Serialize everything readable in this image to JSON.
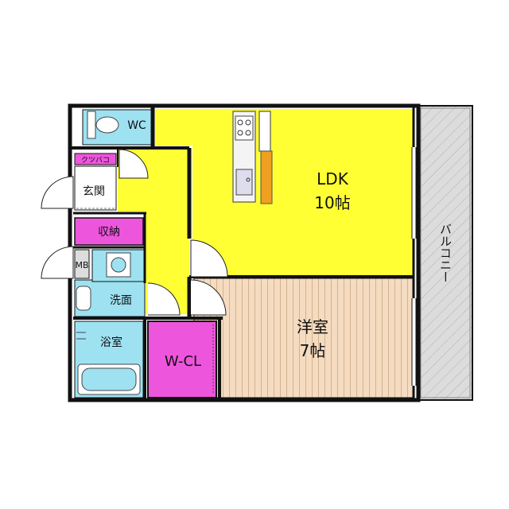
{
  "rooms": {
    "wc": "WC",
    "kutsubako": "クツバコ",
    "genkan": "玄関",
    "shuno": "収納",
    "mb": "MB",
    "senmen": "洗面",
    "yokushitsu": "浴室",
    "wcl": "W-CL",
    "ldk_name": "LDK",
    "ldk_size": "10帖",
    "yoshitsu_name": "洋室",
    "yoshitsu_size": "7帖",
    "balcony": "バルコニー"
  },
  "colors": {
    "ldk": "#ffff33",
    "yoshitsu": "#f5dcc0",
    "storage": "#ee55dd",
    "water": "#9ee2f2",
    "balcony": "#dddddd",
    "wall": "#111111"
  },
  "icons": [
    "toilet-icon",
    "stove-icon",
    "sink-icon",
    "washbasin-icon",
    "bathtub-icon",
    "door-swing-icon"
  ]
}
